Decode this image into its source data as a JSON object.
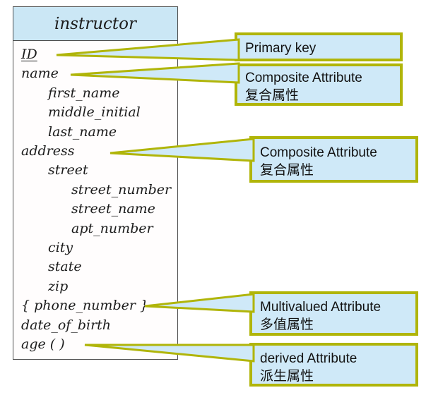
{
  "entity": {
    "title": "instructor",
    "attributes": [
      {
        "label": "ID"
      },
      {
        "label": "name"
      },
      {
        "label": "first_name"
      },
      {
        "label": "middle_initial"
      },
      {
        "label": "last_name"
      },
      {
        "label": "address"
      },
      {
        "label": "street"
      },
      {
        "label": "street_number"
      },
      {
        "label": "street_name"
      },
      {
        "label": "apt_number"
      },
      {
        "label": "city"
      },
      {
        "label": "state"
      },
      {
        "label": "zip"
      },
      {
        "label": "{ phone_number }"
      },
      {
        "label": "date_of_birth"
      },
      {
        "label": "age ( )"
      }
    ]
  },
  "callouts": [
    {
      "name": "primary-key",
      "line1": "Primary key",
      "line2": ""
    },
    {
      "name": "composite-name",
      "line1": "Composite Attribute",
      "line2": "复合属性"
    },
    {
      "name": "composite-address",
      "line1": "Composite Attribute",
      "line2": "复合属性"
    },
    {
      "name": "multivalued",
      "line1": "Multivalued Attribute",
      "line2": "多值属性"
    },
    {
      "name": "derived",
      "line1": "derived Attribute",
      "line2": "派生属性"
    }
  ],
  "colors": {
    "callout_fill": "#cfe9f8",
    "callout_border": "#b0b509",
    "entity_header_fill": "#cbe7f5",
    "entity_border": "#4e4e4e",
    "text": "#1c1c1c"
  }
}
